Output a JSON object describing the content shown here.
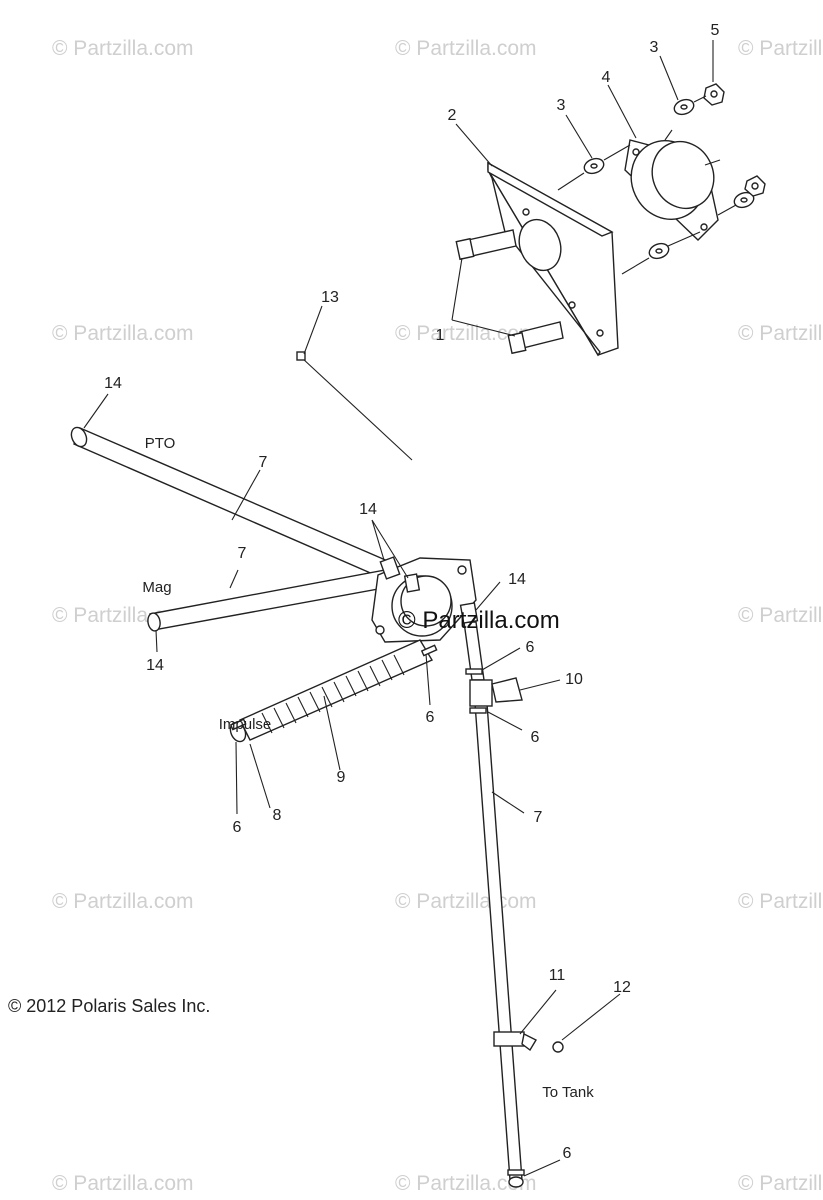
{
  "watermark": "© Partzilla.com",
  "center_watermark": "© Partzilla.com",
  "copyright": "© 2012 Polaris Sales Inc.",
  "labels": {
    "pto": "PTO",
    "mag": "Mag",
    "impulse": "Impulse",
    "to_tank": "To Tank"
  },
  "callouts": [
    "1",
    "2",
    "3",
    "3",
    "4",
    "5",
    "6",
    "6",
    "6",
    "6",
    "6",
    "7",
    "7",
    "7",
    "8",
    "9",
    "10",
    "11",
    "12",
    "13",
    "14",
    "14",
    "14",
    "14"
  ]
}
